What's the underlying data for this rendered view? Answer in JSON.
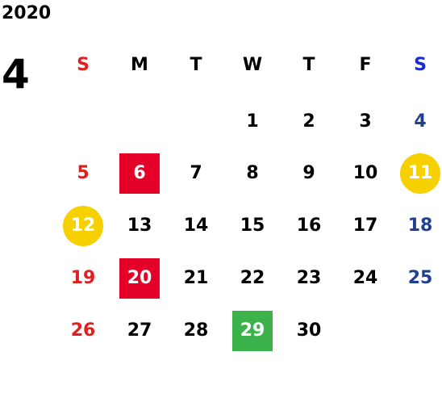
{
  "calendar": {
    "year": "2020",
    "month": "4",
    "weekdays": [
      "S",
      "M",
      "T",
      "W",
      "T",
      "F",
      "S"
    ],
    "weekday_colors": [
      "#e0201e",
      "#000000",
      "#000000",
      "#000000",
      "#000000",
      "#000000",
      "#1a2bd6"
    ],
    "colors": {
      "sunday": "#e0201e",
      "saturday": "#1f3f8f",
      "red_mark": "#e5002a",
      "green_mark": "#3bb34a",
      "yellow_mark": "#f6d000"
    },
    "weeks": [
      [
        {
          "day": "",
          "style": "blank"
        },
        {
          "day": "",
          "style": "blank"
        },
        {
          "day": "",
          "style": "blank"
        },
        {
          "day": "1",
          "style": "plain"
        },
        {
          "day": "2",
          "style": "plain"
        },
        {
          "day": "3",
          "style": "plain"
        },
        {
          "day": "4",
          "style": "sat"
        }
      ],
      [
        {
          "day": "5",
          "style": "sun"
        },
        {
          "day": "6",
          "style": "mark-red"
        },
        {
          "day": "7",
          "style": "plain"
        },
        {
          "day": "8",
          "style": "plain"
        },
        {
          "day": "9",
          "style": "plain"
        },
        {
          "day": "10",
          "style": "plain"
        },
        {
          "day": "11",
          "style": "mark-yellow"
        }
      ],
      [
        {
          "day": "12",
          "style": "mark-yellow"
        },
        {
          "day": "13",
          "style": "plain"
        },
        {
          "day": "14",
          "style": "plain"
        },
        {
          "day": "15",
          "style": "plain"
        },
        {
          "day": "16",
          "style": "plain"
        },
        {
          "day": "17",
          "style": "plain"
        },
        {
          "day": "18",
          "style": "sat"
        }
      ],
      [
        {
          "day": "19",
          "style": "sun"
        },
        {
          "day": "20",
          "style": "mark-red"
        },
        {
          "day": "21",
          "style": "plain"
        },
        {
          "day": "22",
          "style": "plain"
        },
        {
          "day": "23",
          "style": "plain"
        },
        {
          "day": "24",
          "style": "plain"
        },
        {
          "day": "25",
          "style": "sat"
        }
      ],
      [
        {
          "day": "26",
          "style": "sun"
        },
        {
          "day": "27",
          "style": "plain"
        },
        {
          "day": "28",
          "style": "plain"
        },
        {
          "day": "29",
          "style": "mark-green"
        },
        {
          "day": "30",
          "style": "plain"
        },
        {
          "day": "",
          "style": "blank"
        },
        {
          "day": "",
          "style": "blank"
        }
      ]
    ]
  }
}
